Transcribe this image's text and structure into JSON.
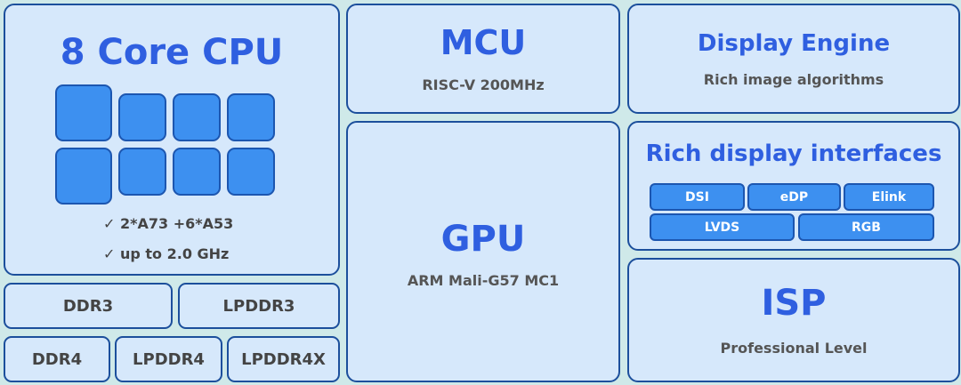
{
  "cpu": {
    "title": "8 Core CPU",
    "features": [
      "2*A73 +6*A53",
      "up to 2.0 GHz"
    ]
  },
  "memory": [
    "DDR3",
    "LPDDR3",
    "DDR4",
    "LPDDR4",
    "LPDDR4X"
  ],
  "mcu": {
    "title": "MCU",
    "subtitle": "RISC-V 200MHz"
  },
  "gpu": {
    "title": "GPU",
    "subtitle": "ARM Mali-G57 MC1"
  },
  "display_engine": {
    "title": "Display Engine",
    "subtitle": "Rich image algorithms"
  },
  "display_interfaces": {
    "title": "Rich display interfaces",
    "items": [
      "DSI",
      "eDP",
      "Elink",
      "LVDS",
      "RGB"
    ]
  },
  "isp": {
    "title": "ISP",
    "subtitle": "Professional Level"
  },
  "colors": {
    "accent": "#2f5fe0",
    "box_fill": "#d6e8fb",
    "chip_fill": "#3d90f0",
    "border": "#1c4f9c"
  }
}
